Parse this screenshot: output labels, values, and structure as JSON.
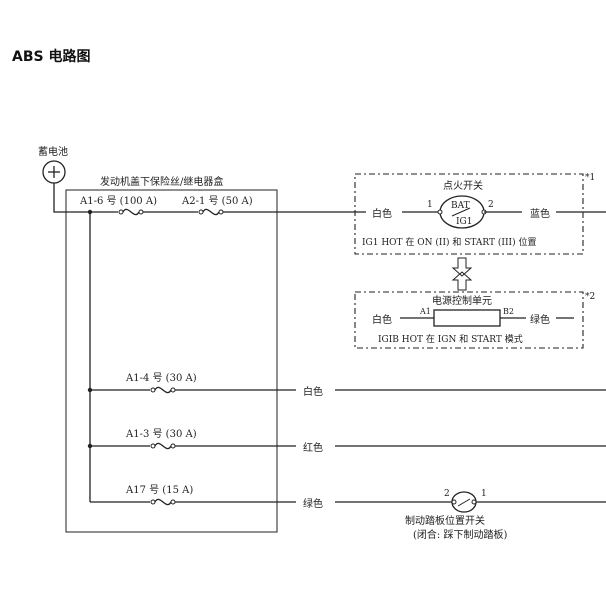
{
  "title": "ABS 电路图",
  "labels": {
    "battery": "蓄电池",
    "fuse_box": "发动机盖下保险丝/继电器盒",
    "fuse_a1_6": "A1-6 号 (100 A)",
    "fuse_a2_1": "A2-1 号 (50 A)",
    "fuse_a1_4": "A1-4 号 (30 A)",
    "fuse_a1_3": "A1-3 号 (30 A)",
    "fuse_a17": "A17 号 (15 A)",
    "ignition_switch": "点火开关",
    "ign_bat": "BAT",
    "ign_ig1": "IG1",
    "ign_pin1": "1",
    "ign_pin2": "2",
    "ign_note": "IG1 HOT 在 ON (II) 和 START (III) 位置",
    "note1": "*1",
    "pcu": "电源控制单元",
    "pcu_a1": "A1",
    "pcu_b2": "B2",
    "pcu_note": "IGIB HOT 在 IGN 和 START 模式",
    "note2": "*2",
    "wire_white_in": "白色",
    "wire_blue": "蓝色",
    "wire_white_pcu": "白色",
    "wire_green_pcu": "绿色",
    "wire_white_1": "白色",
    "wire_red": "红色",
    "wire_green": "绿色",
    "brake_pin2": "2",
    "brake_pin1": "1",
    "brake_switch": "制动踏板位置开关",
    "brake_note": "(闭合: 踩下制动踏板)"
  }
}
